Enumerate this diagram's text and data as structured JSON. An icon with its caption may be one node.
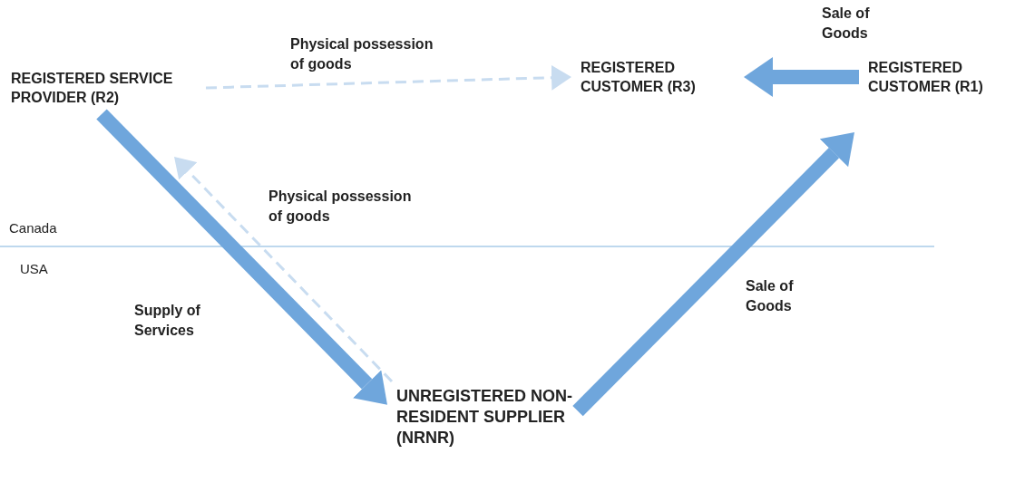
{
  "diagram": {
    "nodes": [
      {
        "text": [
          "REGISTERED SERVICE PROVIDER (R2)"
        ]
      },
      {
        "text": [
          "REGISTERED CUSTOMER (R3)"
        ]
      },
      {
        "text": [
          "REGISTERED CUSTOMER (R1)"
        ]
      },
      {
        "text": [
          "UNREGISTERED NON-RESIDENT SUPPLIER (NRNR)"
        ]
      }
    ],
    "edges": [
      {
        "from": 0,
        "to": 1,
        "arrow": "to",
        "label": "Physical possession of goods",
        "style": "dashed",
        "color": "#c8dcf0"
      },
      {
        "from": 2,
        "to": 1,
        "arrow": "to",
        "label": "Sale of Goods"
      },
      {
        "from": 0,
        "to": 3,
        "arrow": "to",
        "label": "Supply of Services"
      },
      {
        "from": 3,
        "to": 0,
        "arrow": "to",
        "label": "Physical possession of goods",
        "style": "dashed",
        "color": "#c8dcf0"
      },
      {
        "from": 3,
        "to": 2,
        "arrow": "to",
        "label": "Sale of Goods"
      }
    ],
    "labels": [
      "Canada",
      "USA"
    ]
  }
}
